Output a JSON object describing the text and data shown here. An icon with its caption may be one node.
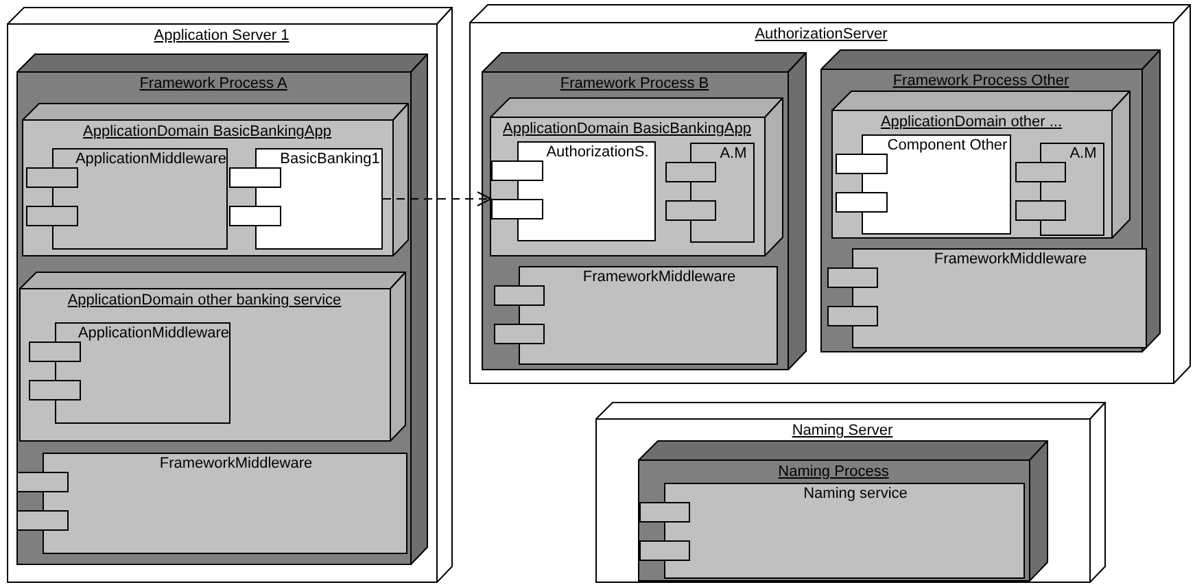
{
  "diagram": {
    "nodes": [
      {
        "text": [
          "Application Server 1"
        ]
      },
      {
        "text": [
          "Framework Process A"
        ],
        "in": 0
      },
      {
        "text": [
          "ApplicationDomain BasicBankingApp"
        ],
        "in": 1
      },
      {
        "text": [
          "ApplicationMiddleware"
        ],
        "in": 2
      },
      {
        "text": [
          "BasicBanking1"
        ],
        "in": 2
      },
      {
        "text": [
          "ApplicationDomain other banking service"
        ],
        "in": 1
      },
      {
        "text": [
          "ApplicationMiddleware"
        ],
        "in": 5
      },
      {
        "text": [
          "FrameworkMiddleware"
        ],
        "in": 1
      },
      {
        "text": [
          "AuthorizationServer"
        ]
      },
      {
        "text": [
          "Framework Process B"
        ],
        "in": 8
      },
      {
        "text": [
          "ApplicationDomain BasicBankingApp"
        ],
        "in": 9
      },
      {
        "text": [
          "AuthorizationS."
        ],
        "in": 10
      },
      {
        "text": [
          "A.M"
        ],
        "in": 10
      },
      {
        "text": [
          "FrameworkMiddleware"
        ],
        "in": 9
      },
      {
        "text": [
          "Framework Process Other"
        ],
        "in": 8
      },
      {
        "text": [
          "ApplicationDomain other ..."
        ],
        "in": 14
      },
      {
        "text": [
          "Component Other"
        ],
        "in": 15
      },
      {
        "text": [
          "A.M"
        ],
        "in": 15
      },
      {
        "text": [
          "FrameworkMiddleware"
        ],
        "in": 14
      },
      {
        "text": [
          "Naming Server"
        ]
      },
      {
        "text": [
          "Naming Process"
        ],
        "in": 19
      },
      {
        "text": [
          "Naming service"
        ],
        "in": 20
      }
    ],
    "edges": [
      {
        "from": 4,
        "to": 11,
        "arrow": "to",
        "style": "dashed"
      }
    ]
  }
}
